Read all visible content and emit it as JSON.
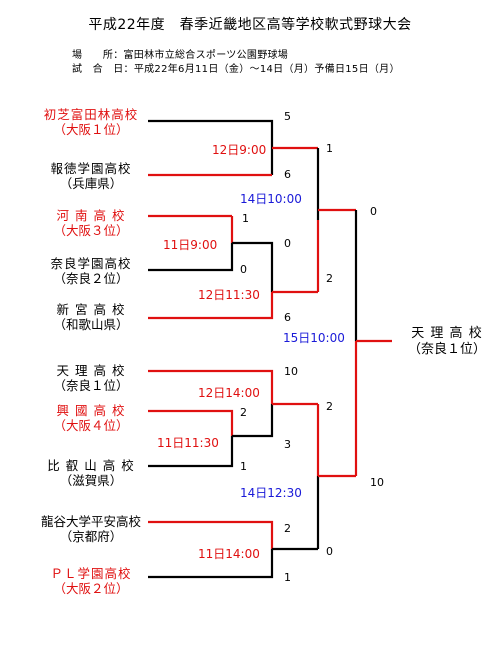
{
  "header": {
    "title": "平成22年度　春季近畿地区高等学校軟式野球大会",
    "venue_label": "場　　所：",
    "venue": "富田林市立総合スポーツ公園野球場",
    "dates_label": "試　合　日：",
    "dates": "平成22年6月11日（金）～14日（月）予備日15日（月）"
  },
  "colors": {
    "winner_path": "#e01010",
    "loser_path": "#000000",
    "finals_schedule": "#1a1ad8",
    "early_schedule": "#e01010"
  },
  "teams": [
    {
      "name": "初芝富田林高校",
      "pref": "（大阪１位）",
      "highlight": true
    },
    {
      "name": "報徳学園高校",
      "pref": "（兵庫県）",
      "highlight": false
    },
    {
      "name": "河 南 高 校",
      "pref": "（大阪３位）",
      "highlight": true
    },
    {
      "name": "奈良学園高校",
      "pref": "（奈良２位）",
      "highlight": false
    },
    {
      "name": "新 宮 高 校",
      "pref": "（和歌山県）",
      "highlight": false
    },
    {
      "name": "天 理 高 校",
      "pref": "（奈良１位）",
      "highlight": false
    },
    {
      "name": "興 國 高 校",
      "pref": "（大阪４位）",
      "highlight": true
    },
    {
      "name": "比 叡 山 高 校",
      "pref": "（滋賀県）",
      "highlight": false
    },
    {
      "name": "龍谷大学平安高校",
      "pref": "（京都府）",
      "highlight": false
    },
    {
      "name": "ＰＬ学園高校",
      "pref": "（大阪２位）",
      "highlight": true
    }
  ],
  "schedule": {
    "m1": "12日9:00",
    "m2": "11日9:00",
    "m3": "12日11:30",
    "m4": "14日10:00",
    "m5": "12日14:00",
    "m6": "11日11:30",
    "m7": "14日12:30",
    "m8": "11日14:00",
    "final": "15日10:00"
  },
  "scores": {
    "s1": "5",
    "s2": "6",
    "s3": "1",
    "s4": "0",
    "s5": "0",
    "s6": "6",
    "s7": "1",
    "s8": "2",
    "s9": "0",
    "s10": "10",
    "s11": "2",
    "s12": "3",
    "s13": "1",
    "s14": "2",
    "s15": "2",
    "s16": "1",
    "s17": "0",
    "s18": "10"
  },
  "champion": {
    "name": "天 理 高 校",
    "pref": "（奈良１位）"
  }
}
